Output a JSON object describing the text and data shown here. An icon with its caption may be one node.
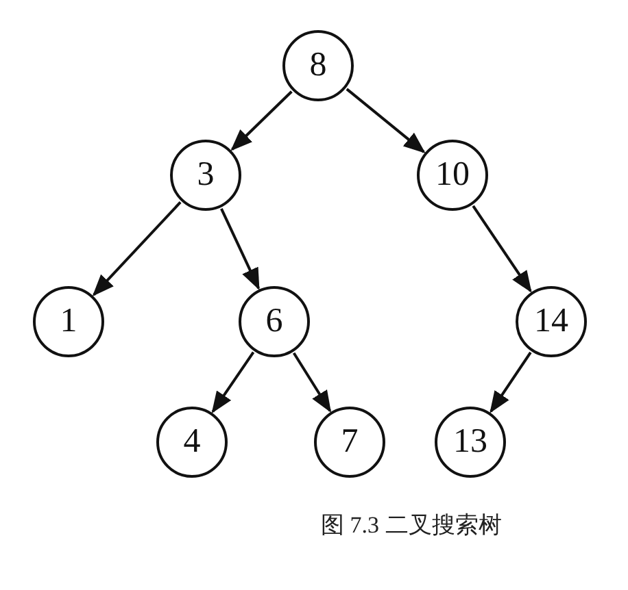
{
  "diagram": {
    "caption": "图 7.3 二叉搜索树",
    "nodes": [
      {
        "text": [
          "8"
        ]
      },
      {
        "text": [
          "3"
        ]
      },
      {
        "text": [
          "10"
        ]
      },
      {
        "text": [
          "1"
        ]
      },
      {
        "text": [
          "6"
        ]
      },
      {
        "text": [
          "14"
        ]
      },
      {
        "text": [
          "4"
        ]
      },
      {
        "text": [
          "7"
        ]
      },
      {
        "text": [
          "13"
        ]
      }
    ],
    "edges": [
      {
        "from": 0,
        "to": 1,
        "arrow": "to"
      },
      {
        "from": 0,
        "to": 2,
        "arrow": "to"
      },
      {
        "from": 1,
        "to": 3,
        "arrow": "to"
      },
      {
        "from": 1,
        "to": 4,
        "arrow": "to"
      },
      {
        "from": 2,
        "to": 5,
        "arrow": "to"
      },
      {
        "from": 4,
        "to": 6,
        "arrow": "to"
      },
      {
        "from": 4,
        "to": 7,
        "arrow": "to"
      },
      {
        "from": 5,
        "to": 8,
        "arrow": "to"
      }
    ]
  }
}
